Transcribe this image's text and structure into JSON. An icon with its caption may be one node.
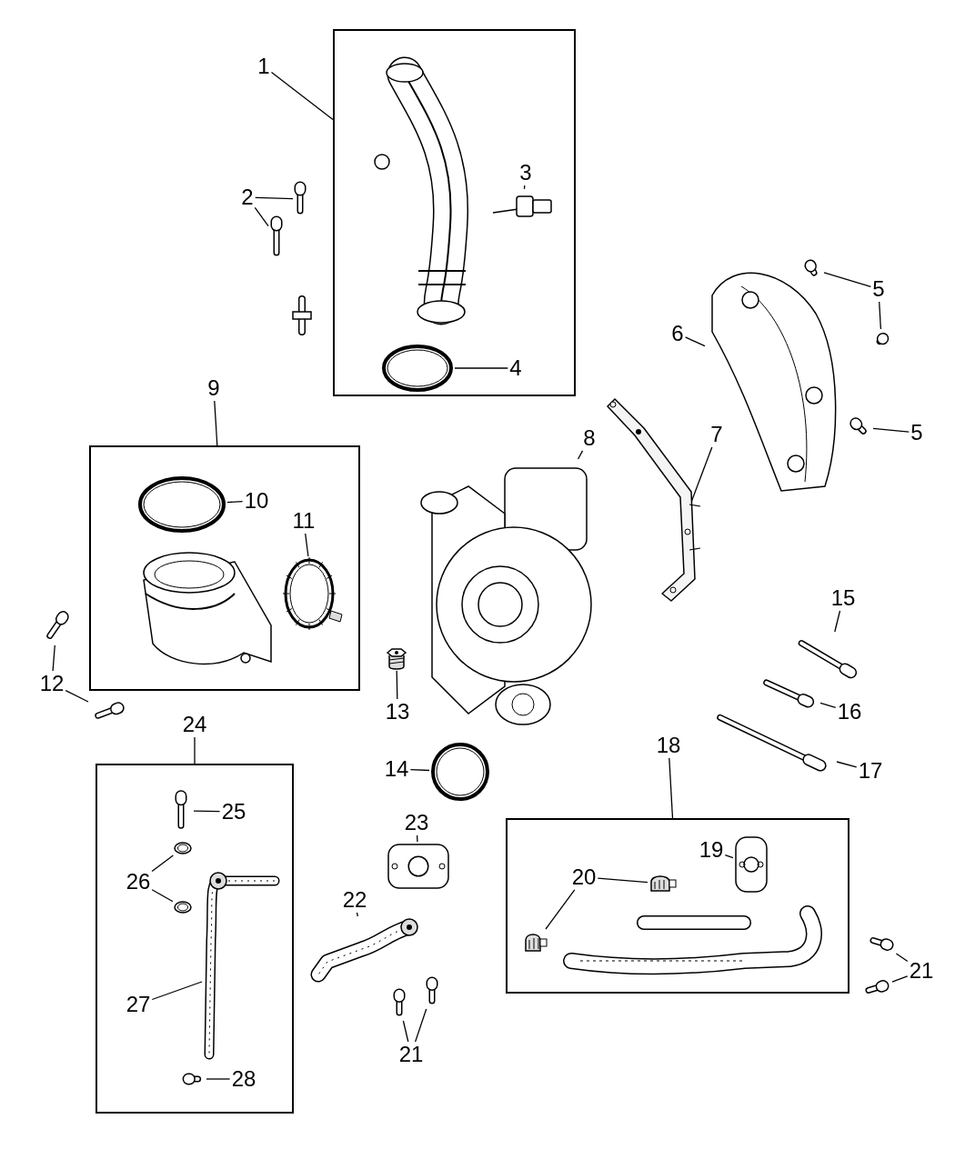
{
  "diagram": {
    "nodes": [
      {
        "text": [
          "1"
        ]
      },
      {
        "text": [],
        "shape": "box"
      },
      {
        "text": [],
        "shape": "picture",
        "in": 1
      },
      {
        "text": [
          "3"
        ],
        "in": 1
      },
      {
        "text": [],
        "shape": "picture",
        "in": 1
      },
      {
        "text": [
          "4"
        ],
        "in": 1
      },
      {
        "text": [],
        "shape": "picture",
        "in": 1
      },
      {
        "text": [
          "2"
        ]
      },
      {
        "text": [],
        "shape": "picture"
      },
      {
        "text": [],
        "shape": "picture"
      },
      {
        "text": [
          "5"
        ]
      },
      {
        "text": [],
        "shape": "picture"
      },
      {
        "text": [],
        "shape": "picture"
      },
      {
        "text": [
          "6"
        ]
      },
      {
        "text": [],
        "shape": "picture"
      },
      {
        "text": [
          "5"
        ]
      },
      {
        "text": [],
        "shape": "picture"
      },
      {
        "text": [
          "7"
        ]
      },
      {
        "text": [],
        "shape": "picture"
      },
      {
        "text": [
          "8"
        ]
      },
      {
        "text": [],
        "shape": "picture"
      },
      {
        "text": [
          "9"
        ]
      },
      {
        "text": [],
        "shape": "box"
      },
      {
        "text": [
          "10"
        ],
        "in": 22
      },
      {
        "text": [],
        "shape": "picture",
        "in": 22
      },
      {
        "text": [
          "11"
        ],
        "in": 22
      },
      {
        "text": [],
        "shape": "picture",
        "in": 22
      },
      {
        "text": [
          "12"
        ]
      },
      {
        "text": [],
        "shape": "picture"
      },
      {
        "text": [],
        "shape": "picture"
      },
      {
        "text": [
          "13"
        ]
      },
      {
        "text": [],
        "shape": "picture"
      },
      {
        "text": [
          "15"
        ]
      },
      {
        "text": [],
        "shape": "picture"
      },
      {
        "text": [
          "16"
        ]
      },
      {
        "text": [],
        "shape": "picture"
      },
      {
        "text": [
          "14"
        ]
      },
      {
        "text": [],
        "shape": "picture"
      },
      {
        "text": [
          "17"
        ]
      },
      {
        "text": [],
        "shape": "picture"
      },
      {
        "text": [
          "24"
        ]
      },
      {
        "text": [],
        "shape": "box"
      },
      {
        "text": [
          "25"
        ],
        "in": 41
      },
      {
        "text": [],
        "shape": "picture",
        "in": 41
      },
      {
        "text": [
          "26"
        ],
        "in": 41
      },
      {
        "text": [],
        "shape": "picture",
        "in": 41
      },
      {
        "text": [],
        "shape": "picture",
        "in": 41
      },
      {
        "text": [
          "27"
        ],
        "in": 41
      },
      {
        "text": [],
        "shape": "picture",
        "in": 41
      },
      {
        "text": [
          "28"
        ],
        "in": 41
      },
      {
        "text": [],
        "shape": "picture",
        "in": 41
      },
      {
        "text": [
          "18"
        ]
      },
      {
        "text": [],
        "shape": "box"
      },
      {
        "text": [
          "19"
        ],
        "in": 52
      },
      {
        "text": [],
        "shape": "picture",
        "in": 52
      },
      {
        "text": [
          "20"
        ],
        "in": 52
      },
      {
        "text": [],
        "shape": "picture",
        "in": 52
      },
      {
        "text": [],
        "shape": "picture",
        "in": 52
      },
      {
        "text": [
          "23"
        ]
      },
      {
        "text": [],
        "shape": "picture"
      },
      {
        "text": [
          "22"
        ]
      },
      {
        "text": [],
        "shape": "picture"
      },
      {
        "text": [
          "21"
        ]
      },
      {
        "text": [],
        "shape": "picture"
      },
      {
        "text": [],
        "shape": "picture"
      },
      {
        "text": [
          "21"
        ]
      },
      {
        "text": [],
        "shape": "picture"
      },
      {
        "text": [],
        "shape": "picture"
      }
    ],
    "edges": [
      {
        "from": 0,
        "to": 1,
        "arrow": "none"
      },
      {
        "from": 3,
        "to": 4,
        "arrow": "none"
      },
      {
        "from": 5,
        "to": 6,
        "arrow": "none"
      },
      {
        "from": 7,
        "to": 8,
        "arrow": "none"
      },
      {
        "from": 7,
        "to": 9,
        "arrow": "none"
      },
      {
        "from": 10,
        "to": 11,
        "arrow": "none"
      },
      {
        "from": 10,
        "to": 12,
        "arrow": "none"
      },
      {
        "from": 13,
        "to": 14,
        "arrow": "none"
      },
      {
        "from": 15,
        "to": 16,
        "arrow": "none"
      },
      {
        "from": 17,
        "to": 18,
        "arrow": "none"
      },
      {
        "from": 19,
        "to": 20,
        "arrow": "none"
      },
      {
        "from": 21,
        "to": 22,
        "arrow": "none"
      },
      {
        "from": 23,
        "to": 24,
        "arrow": "none"
      },
      {
        "from": 25,
        "to": 26,
        "arrow": "none"
      },
      {
        "from": 27,
        "to": 28,
        "arrow": "none"
      },
      {
        "from": 27,
        "to": 29,
        "arrow": "none"
      },
      {
        "from": 30,
        "to": 31,
        "arrow": "none"
      },
      {
        "from": 32,
        "to": 33,
        "arrow": "none"
      },
      {
        "from": 34,
        "to": 35,
        "arrow": "none"
      },
      {
        "from": 36,
        "to": 37,
        "arrow": "none"
      },
      {
        "from": 38,
        "to": 39,
        "arrow": "none"
      },
      {
        "from": 40,
        "to": 41,
        "arrow": "none"
      },
      {
        "from": 42,
        "to": 43,
        "arrow": "none"
      },
      {
        "from": 44,
        "to": 45,
        "arrow": "none"
      },
      {
        "from": 44,
        "to": 46,
        "arrow": "none"
      },
      {
        "from": 47,
        "to": 48,
        "arrow": "none"
      },
      {
        "from": 49,
        "to": 50,
        "arrow": "none"
      },
      {
        "from": 51,
        "to": 52,
        "arrow": "none"
      },
      {
        "from": 53,
        "to": 54,
        "arrow": "none"
      },
      {
        "from": 55,
        "to": 56,
        "arrow": "none"
      },
      {
        "from": 55,
        "to": 57,
        "arrow": "none"
      },
      {
        "from": 58,
        "to": 59,
        "arrow": "none"
      },
      {
        "from": 60,
        "to": 61,
        "arrow": "none"
      },
      {
        "from": 62,
        "to": 63,
        "arrow": "none"
      },
      {
        "from": 62,
        "to": 64,
        "arrow": "none"
      },
      {
        "from": 65,
        "to": 66,
        "arrow": "none"
      },
      {
        "from": 65,
        "to": 67,
        "arrow": "none"
      }
    ]
  }
}
